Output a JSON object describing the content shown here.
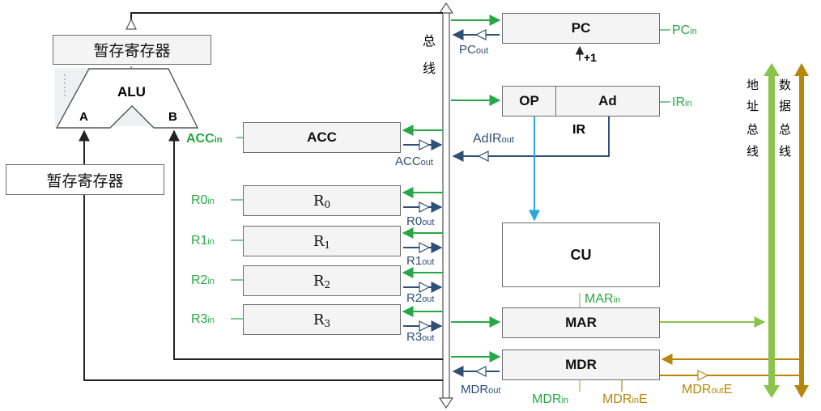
{
  "temp_register_top": "暂存寄存器",
  "temp_register_bottom": "暂存寄存器",
  "alu": {
    "label": "ALU",
    "input_a": "A",
    "input_b": "B"
  },
  "bus": {
    "char1": "总",
    "char2": "线"
  },
  "acc": {
    "label": "ACC",
    "in_main": "ACC",
    "in_sub": "in",
    "out_main": "ACC",
    "out_sub": "out"
  },
  "registers": [
    {
      "main": "R",
      "sub": "0",
      "in_main": "R0",
      "in_sub": "in",
      "out_main": "R0",
      "out_sub": "out"
    },
    {
      "main": "R",
      "sub": "1",
      "in_main": "R1",
      "in_sub": "in",
      "out_main": "R1",
      "out_sub": "out"
    },
    {
      "main": "R",
      "sub": "2",
      "in_main": "R2",
      "in_sub": "in",
      "out_main": "R2",
      "out_sub": "out"
    },
    {
      "main": "R",
      "sub": "3",
      "in_main": "R3",
      "in_sub": "in",
      "out_main": "R3",
      "out_sub": "out"
    }
  ],
  "pc": {
    "label": "PC",
    "in_main": "PC",
    "in_sub": "in",
    "out_main": "PC",
    "out_sub": "out",
    "increment": "+1"
  },
  "ir": {
    "op": "OP",
    "ad": "Ad",
    "label": "IR",
    "in_main": "IR",
    "in_sub": "in",
    "adir_main": "AdIR",
    "adir_sub": "out"
  },
  "cu": {
    "label": "CU"
  },
  "mar": {
    "label": "MAR",
    "in_main": "MAR",
    "in_sub": "in"
  },
  "mdr": {
    "label": "MDR",
    "out_main": "MDR",
    "out_sub": "out",
    "in_main": "MDR",
    "in_sub": "in",
    "ine_main": "MDR",
    "ine_sub": "in",
    "ine_tail": "E",
    "oute_main": "MDR",
    "oute_sub": "out",
    "oute_tail": "E"
  },
  "address_bus": [
    "地",
    "址",
    "总",
    "线"
  ],
  "data_bus": [
    "数",
    "据",
    "总",
    "线"
  ],
  "colors": {
    "green": "#27a844",
    "blue": "#2f4f77",
    "gold": "#b8860b",
    "addr_bus": "#8bc34a",
    "data_bus": "#b8860b",
    "cyan": "#29a8e0"
  }
}
